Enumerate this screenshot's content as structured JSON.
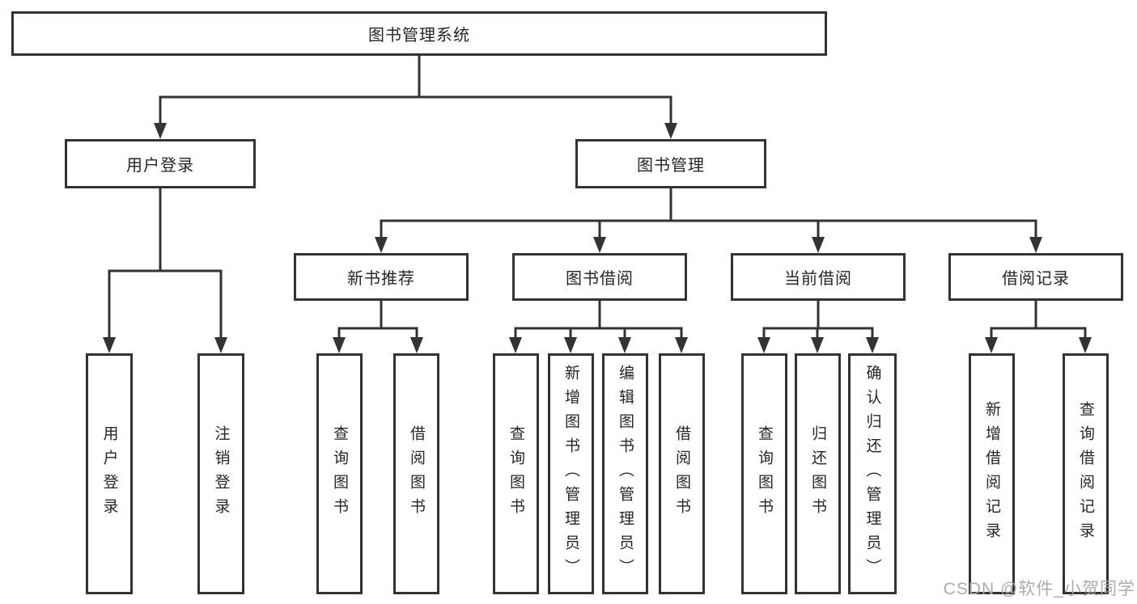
{
  "diagram": {
    "title": "图书管理系统",
    "level1": [
      {
        "label": "用户登录",
        "children": [
          "用户登录",
          "注销登录"
        ]
      },
      {
        "label": "图书管理"
      }
    ],
    "level2": [
      {
        "label": "新书推荐",
        "children": [
          "查询图书",
          "借阅图书"
        ]
      },
      {
        "label": "图书借阅",
        "children": [
          "查询图书",
          "新增图书（管理员）",
          "编辑图书（管理员）",
          "借阅图书"
        ]
      },
      {
        "label": "当前借阅",
        "children": [
          "查询图书",
          "归还图书",
          "确认归还（管理员）"
        ]
      },
      {
        "label": "借阅记录",
        "children": [
          "新增借阅记录",
          "查询借阅记录"
        ]
      }
    ]
  },
  "watermark": "CSDN @软件_小贺同学",
  "colors": {
    "line": "#333333",
    "text": "#262626",
    "box_background": "#ffffff",
    "watermark": "#a8a8a8",
    "background": "#ffffff"
  }
}
